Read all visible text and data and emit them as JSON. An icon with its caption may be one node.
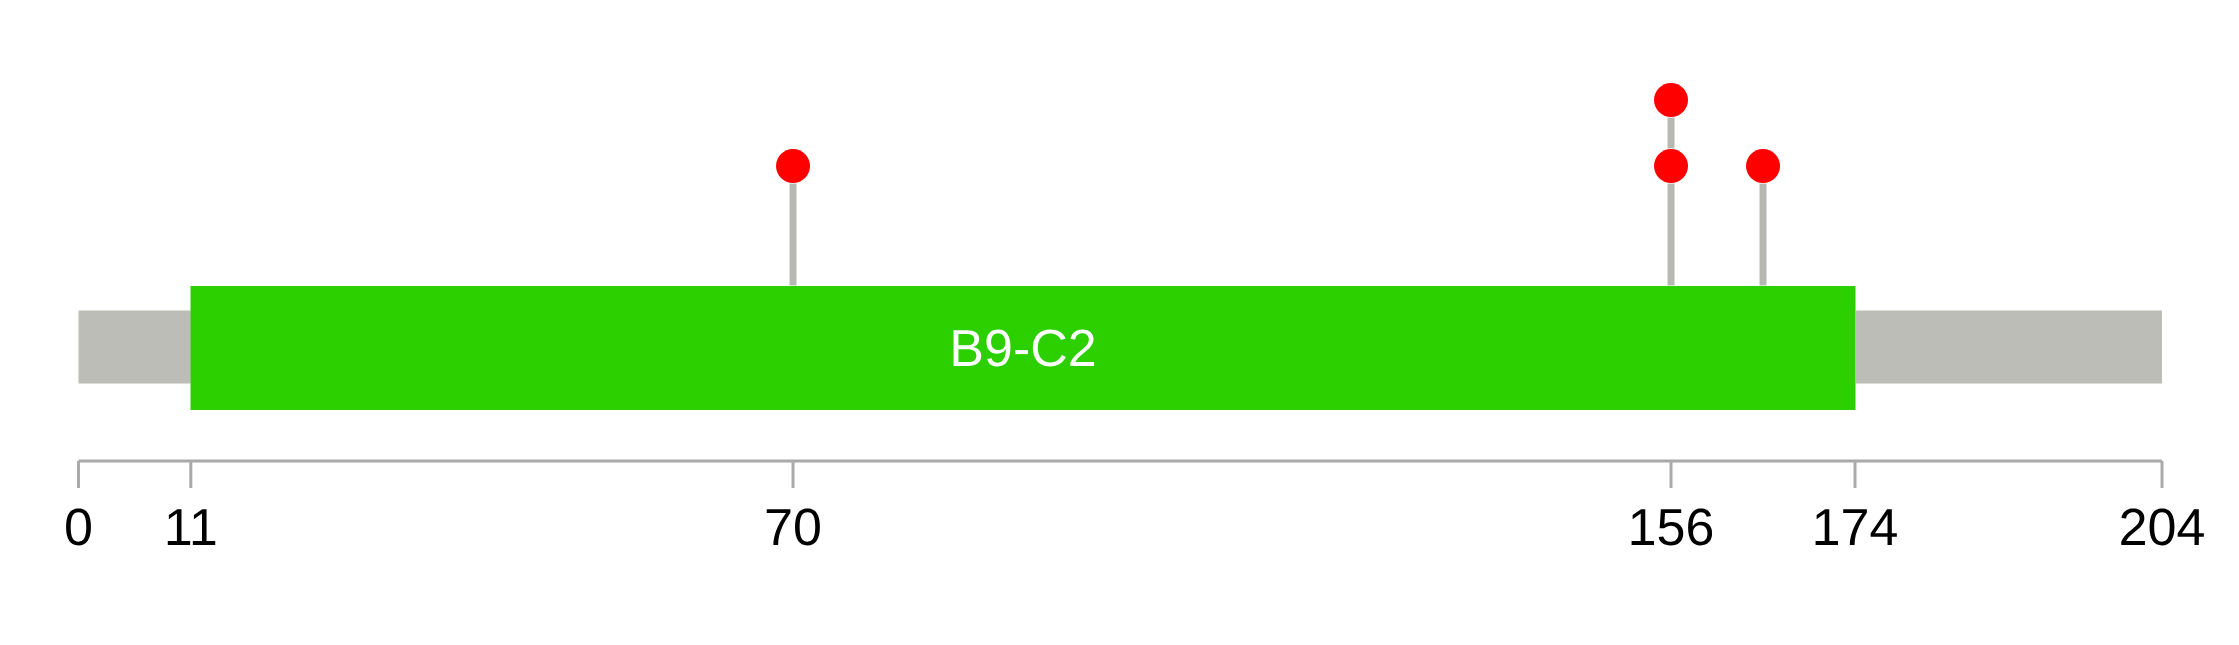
{
  "diagram": {
    "nodes": [
      {
        "text": [],
        "shape": "bar"
      },
      {
        "text": [
          "B9-C2"
        ]
      },
      {
        "text": [],
        "shape": "circle"
      },
      {
        "text": [],
        "shape": "circle"
      },
      {
        "text": [],
        "shape": "circle"
      },
      {
        "text": [],
        "shape": "circle"
      },
      {
        "text": [],
        "shape": "bar"
      }
    ],
    "edges": [
      {
        "from": 1,
        "to": 2,
        "arrow": "none"
      },
      {
        "from": 1,
        "to": 4,
        "arrow": "none"
      },
      {
        "from": 4,
        "to": 3,
        "arrow": "none"
      },
      {
        "from": 1,
        "to": 5,
        "arrow": "none"
      }
    ],
    "labels": [
      "0",
      "11",
      "70",
      "156",
      "174",
      "204"
    ]
  }
}
